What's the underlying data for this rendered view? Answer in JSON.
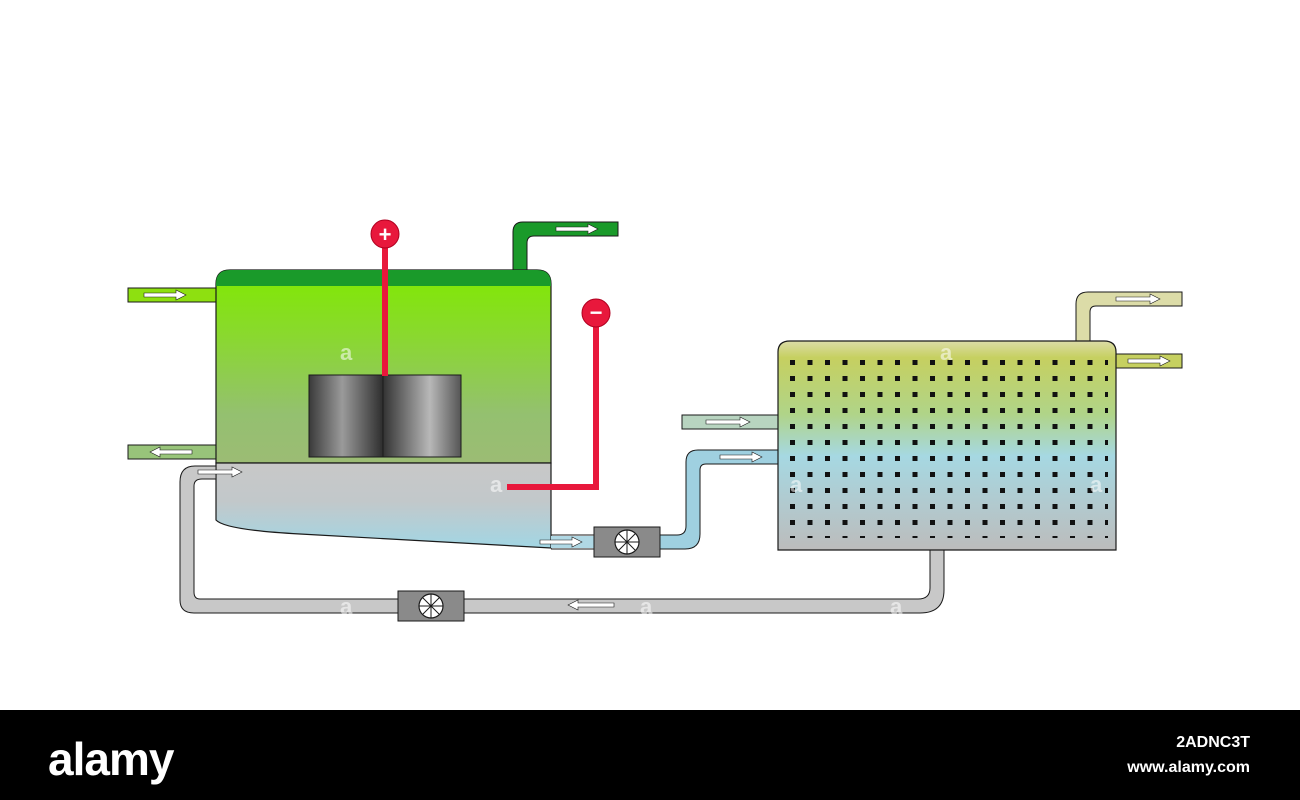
{
  "diagram": {
    "electrodes": {
      "positive_symbol": "+",
      "negative_symbol": "−"
    },
    "colors": {
      "electrolyser_top": "#7fe800",
      "electrolyser_mid": "#94c070",
      "gas_outlet": "#1a9a2a",
      "electrode_wire": "#e8183c",
      "cold_fluid": "#9fd0e0",
      "sediment_grey": "#c8c8c8",
      "exchanger_top": "#c6d060",
      "outline": "#1a1a1a"
    },
    "icons": {
      "pump": "fan-pump-icon",
      "flow": "arrow-right-icon"
    }
  },
  "watermark": {
    "brand": "alamy",
    "image_id": "2ADNC3T",
    "site": "www.alamy.com",
    "mark": "a"
  }
}
